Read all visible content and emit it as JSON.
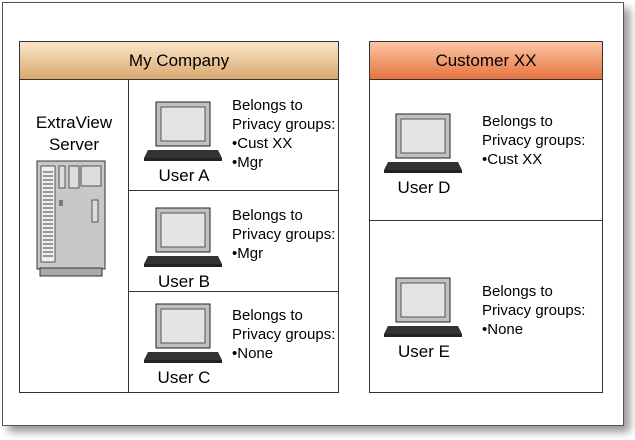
{
  "my_company": {
    "title": "My Company",
    "server_label_line1": "ExtraView",
    "server_label_line2": "Server",
    "users": [
      {
        "name": "User A",
        "line1": "Belongs to",
        "line2": "Privacy groups:",
        "groups": [
          "•Cust XX",
          "•Mgr"
        ]
      },
      {
        "name": "User B",
        "line1": "Belongs to",
        "line2": "Privacy groups:",
        "groups": [
          "•Mgr"
        ]
      },
      {
        "name": "User C",
        "line1": "Belongs to",
        "line2": "Privacy groups:",
        "groups": [
          "•None"
        ]
      }
    ]
  },
  "customer": {
    "title": "Customer XX",
    "users": [
      {
        "name": "User D",
        "line1": "Belongs to",
        "line2": "Privacy groups:",
        "groups": [
          "•Cust XX"
        ]
      },
      {
        "name": "User E",
        "line1": "Belongs to",
        "line2": "Privacy groups:",
        "groups": [
          "•None"
        ]
      }
    ]
  },
  "colors": {
    "my_company_header": "#d8a86f",
    "customer_header": "#e8733f"
  },
  "icons": {
    "laptop": "laptop-icon",
    "server": "server-icon"
  }
}
